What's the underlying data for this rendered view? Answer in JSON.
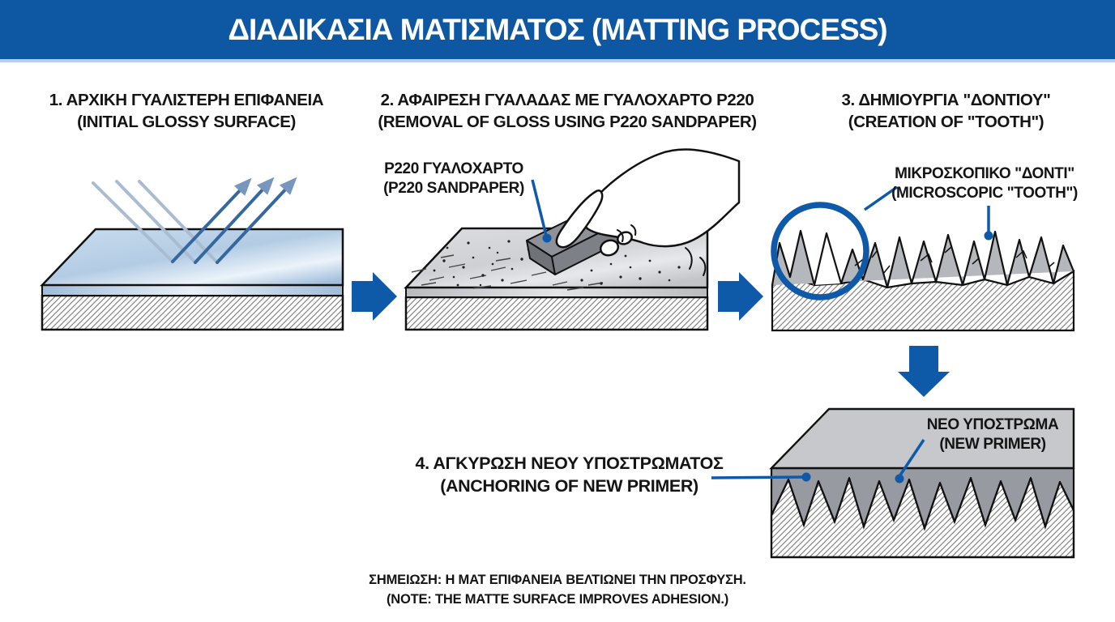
{
  "header": {
    "title": "ΔΙΑΔΙΚΑΣΙΑ ΜΑΤΙΣΜΑΤΟΣ (MATTING PROCESS)"
  },
  "steps": [
    {
      "title": "1. ΑΡΧΙΚΗ ΓΥΑΛΙΣΤΕΡΗ ΕΠΙΦΑΝΕΙΑ",
      "subtitle": "(INITIAL GLOSSY SURFACE)"
    },
    {
      "title": "2. ΑΦΑΙΡΕΣΗ ΓΥΑΛΑΔΑΣ ΜΕ ΓΥΑΛΟΧΑΡΤΟ P220",
      "subtitle": "(REMOVAL OF GLOSS USING P220 SANDPAPER)"
    },
    {
      "title": "3. ΔΗΜΙΟΥΡΓΙΑ \"ΔΟΝΤΙΟΥ\"",
      "subtitle": "(CREATION OF \"TOOTH\")"
    },
    {
      "title": "4. ΑΓΚΥΡΩΣΗ ΝΕΟΥ ΥΠΟΣΤΡΩΜΑΤΟΣ",
      "subtitle": "(ANCHORING OF NEW PRIMER)"
    }
  ],
  "callouts": {
    "sandpaper": {
      "line1": "P220 ΓΥΑΛΟΧΑΡΤΟ",
      "line2": "(P220 SANDPAPER)"
    },
    "tooth": {
      "line1": "ΜΙΚΡΟΣΚΟΠΙΚΟ \"ΔΟΝΤΙ\"",
      "line2": "(MICROSCOPIC \"TOOTH\")"
    },
    "primer": {
      "line1": "ΝΕΟ ΥΠΟΣΤΡΩΜΑ",
      "line2": "(NEW PRIMER)"
    }
  },
  "note": {
    "line1": "ΣΗΜΕΙΩΣΗ: Η ΜΑΤ ΕΠΙΦΑΝΕΙΑ ΒΕΛΤΙΩΝΕΙ ΤΗΝ ΠΡΟΣΦΥΣΗ.",
    "line2": "(NOTE: THE MATTE SURFACE IMPROVES ADHESION.)"
  },
  "colors": {
    "header_bg": "#0d57a3",
    "header_underline": "#b9cfe7",
    "accent_blue": "#0f5aa8",
    "gloss_surface": "#b9d0e8",
    "matte_surface": "#d3d5d9",
    "tooth_gray": "#b4b7bc",
    "primer_gray": "#979aa0",
    "text_black": "#141414"
  }
}
